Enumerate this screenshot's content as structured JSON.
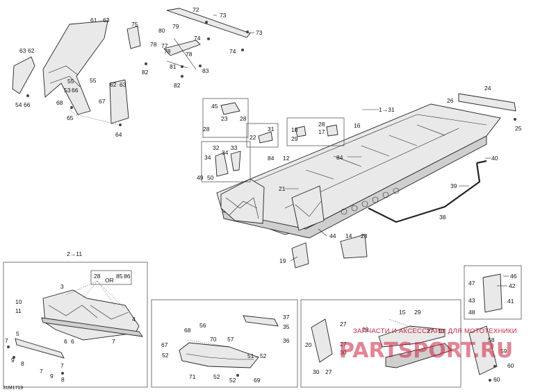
{
  "diagram_code": "31M1719",
  "watermark": {
    "caption": "ЗАПЧАСТИ И АКСЕССУАРЫ ДЛЯ МОТОТЕХНИКИ",
    "brand": "PARTSPORT.RU"
  },
  "labels": {
    "l61_63": "61→63",
    "l75": "75",
    "l72": "72",
    "l73a": "73",
    "l73b": "73",
    "l74a": "74",
    "l74b": "74",
    "l80": "80",
    "l79": "79",
    "l77": "77",
    "l78a": "78",
    "l78b": "78",
    "l78c": "78",
    "l81": "81",
    "l82a": "82",
    "l82b": "82",
    "l83": "83",
    "l63a": "63",
    "l62a": "62",
    "l55a": "55",
    "l55b": "55",
    "l53_66": "53",
    "l66b": "66",
    "l68": "68",
    "l67": "67",
    "l65": "65",
    "l54": "54",
    "l66": "66",
    "l62b": "62",
    "l63b": "63",
    "l64": "64",
    "l45": "45",
    "l23": "23",
    "l28a": "28",
    "l28b": "28",
    "l22": "22",
    "l31": "31",
    "l18": "18",
    "l29": "29",
    "l28c": "28",
    "l17": "17",
    "l1_31": "1→31",
    "l16": "16",
    "l24": "24",
    "l26": "26",
    "l25": "25",
    "l32": "32",
    "l33": "33",
    "l34a": "34",
    "l34b": "34",
    "l84a": "84",
    "l84b": "84",
    "l12": "12",
    "l40": "40",
    "l49": "49",
    "l50": "50",
    "l21": "21",
    "l39": "39",
    "l38": "38",
    "l44": "44",
    "l14": "14",
    "l28d": "28",
    "l19": "19",
    "l2_11": "2→11",
    "l28e": "28",
    "l_or": "OR",
    "l85": "85",
    "l86": "86",
    "l3": "3",
    "l10": "10",
    "l11": "11",
    "l4": "4",
    "l5": "5",
    "l7a": "7",
    "l9a": "9",
    "l8a": "8",
    "l6a": "6",
    "l7b": "7",
    "l7c": "7",
    "l9b": "9",
    "l8b": "8",
    "l6b": "6",
    "l7d": "7",
    "l37": "37",
    "l35": "35",
    "l36": "36",
    "l68b": "68",
    "l56": "56",
    "l67b": "67",
    "l70": "70",
    "l57": "57",
    "l52a": "52",
    "l51_52": "51→52",
    "l71": "71",
    "l52b": "52",
    "l52c": "52",
    "l69": "69",
    "l15": "15",
    "l29b": "29",
    "l27a": "27",
    "l20": "20",
    "l27b": "27",
    "l30a": "30",
    "l27c": "27",
    "l30b": "30",
    "l27d": "27",
    "l13": "13",
    "l29c": "29",
    "l46": "46",
    "l47": "47",
    "l42": "42",
    "l43": "43",
    "l41": "41",
    "l48": "48",
    "l58": "58",
    "l59": "59",
    "l60a": "60",
    "l60b": "60"
  }
}
